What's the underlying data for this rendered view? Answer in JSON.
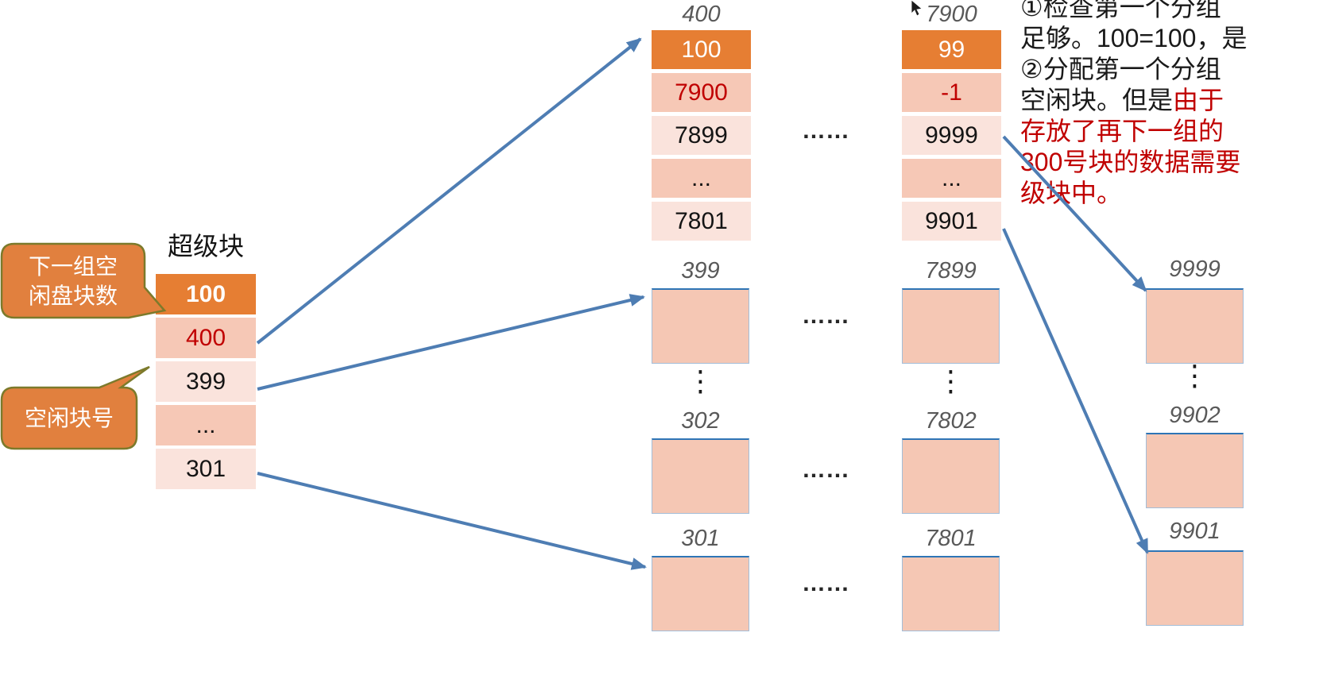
{
  "superblock": {
    "title": "超级块",
    "cells": [
      {
        "text": "100"
      },
      {
        "text": "400"
      },
      {
        "text": "399"
      },
      {
        "text": "..."
      },
      {
        "text": "301"
      }
    ]
  },
  "callouts": {
    "next_group_count": "下一组空闲盘块数",
    "free_block_number": "空闲块号"
  },
  "group_tables": [
    {
      "header": "400",
      "cells": [
        {
          "text": "100"
        },
        {
          "text": "7900"
        },
        {
          "text": "7899"
        },
        {
          "text": "..."
        },
        {
          "text": "7801"
        }
      ]
    },
    {
      "header": "7900",
      "cells": [
        {
          "text": "99"
        },
        {
          "text": "-1"
        },
        {
          "text": "9999"
        },
        {
          "text": "..."
        },
        {
          "text": "9901"
        }
      ]
    }
  ],
  "block_columns": [
    {
      "labels": [
        "399",
        "302",
        "301"
      ]
    },
    {
      "labels": [
        "7899",
        "7802",
        "7801"
      ]
    },
    {
      "labels": [
        "9999",
        "9902",
        "9901"
      ]
    }
  ],
  "ellipsis": {
    "horizontal": "……",
    "vertical": "⋮"
  },
  "annotation": {
    "line1": "①检查第一个分组",
    "line2": "足够。100=100，是",
    "line3": "②分配第一个分组",
    "line4_black": "空闲块。但是",
    "line4_red": "由于",
    "line5": "存放了再下一组的",
    "line6": "300号块的数据需要",
    "line7": "级块中。"
  },
  "colors": {
    "header_orange": "#E67E33",
    "band_dark": "#F6C8B6",
    "band_light": "#FAE3DC",
    "block_fill": "#F5C7B4",
    "red_text": "#C00000",
    "arrow_blue": "#4E7DB3",
    "callout_fill": "#E1803E",
    "callout_border": "#7C7A2B"
  }
}
